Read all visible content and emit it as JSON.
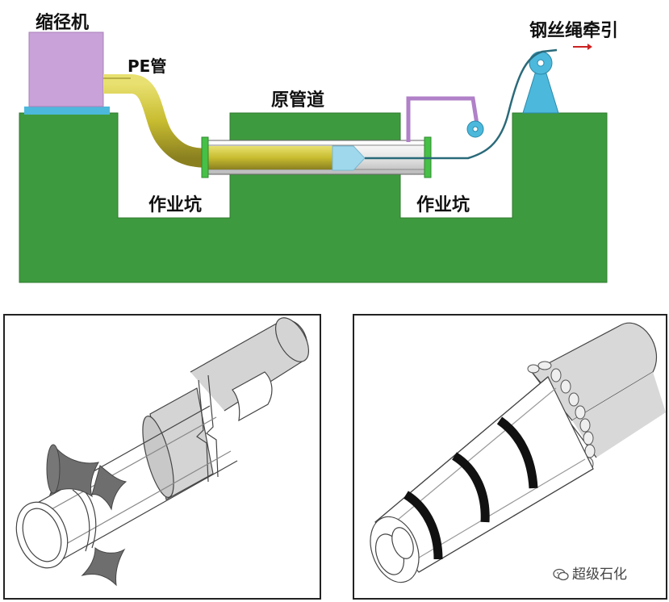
{
  "diagram": {
    "labels": {
      "reducer": "缩径机",
      "pe_pipe": "PE管",
      "original_pipe": "原管道",
      "work_pit_left": "作业坑",
      "work_pit_right": "作业坑",
      "winch": "钢丝绳牵引"
    },
    "colors": {
      "ground": "#3e9a3e",
      "reducer": "#c8a2d8",
      "pe_pipe": "#c8c040",
      "winch": "#4cb8dc",
      "frame": "#b080c8",
      "arrow": "#cc2222"
    }
  },
  "watermark": {
    "text": "超级石化",
    "icon": "wechat-icon"
  }
}
